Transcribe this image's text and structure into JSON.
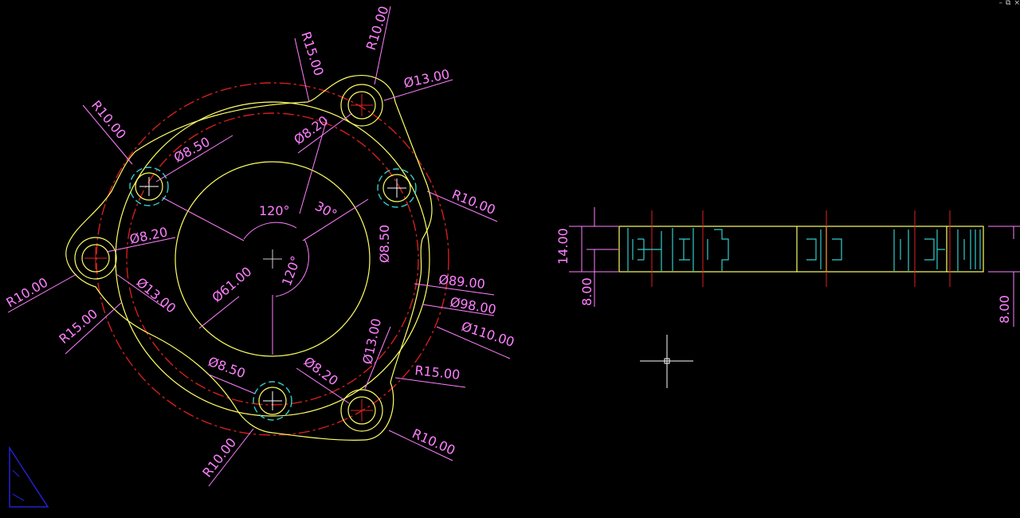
{
  "window_controls": {
    "minimize": "–",
    "restore": "⧉",
    "close": "×"
  },
  "labels": {
    "r10_top": "R10.00",
    "r15_top": "R15.00",
    "d13_top": "Ø13.00",
    "r10_upper_left": "R10.00",
    "d850_upper_left": "Ø8.50",
    "d820_top_hole": "Ø8.20",
    "r10_right": "R10.00",
    "ang120_a": "120°",
    "ang30": "30°",
    "d850_right": "Ø8.50",
    "d820_left": "Ø8.20",
    "r10_left": "R10.00",
    "d13_left": "Ø13.00",
    "r15_left": "R15.00",
    "d61": "Ø61.00",
    "ang120_b": "120°",
    "d89": "Ø89.00",
    "d98": "Ø98.00",
    "d110": "Ø110.00",
    "d13_bottom": "Ø13.00",
    "d850_bottom": "Ø8.50",
    "d820_bottom": "Ø8.20",
    "r15_bottom": "R15.00",
    "r10_bottom_left": "R10.00",
    "r10_bottom_right": "R10.00",
    "side_14": "14.00",
    "side_8_left": "8.00",
    "side_8_right": "8.00"
  },
  "colors": {
    "dimension": "#ff80ff",
    "outline": "#ffff66",
    "centerline": "#d41e1e",
    "hidden": "#33cccc",
    "background": "#000000"
  }
}
